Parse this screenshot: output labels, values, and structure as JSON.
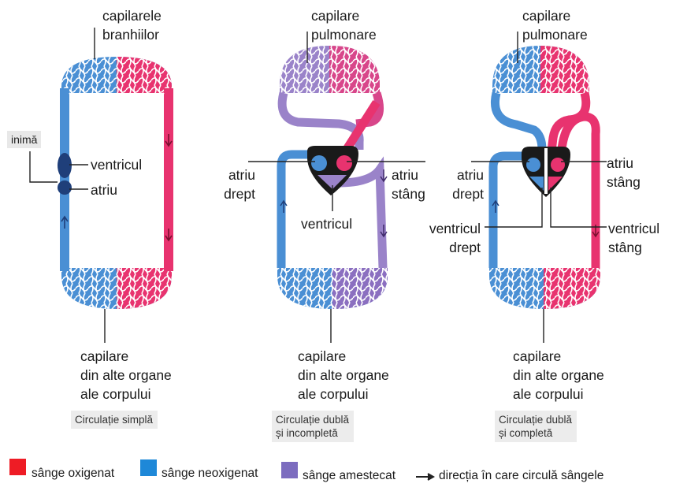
{
  "colors": {
    "oxygenated": "#e8336f",
    "deoxygenated": "#4a8fd4",
    "mixed": "#9a83c9",
    "line": "#222222"
  },
  "diagram1": {
    "top_label": [
      "capilarele",
      "branhiilor"
    ],
    "heart_tag": "inimă",
    "ventricle": "ventricul",
    "atrium": "atriu",
    "bottom_label": [
      "capilare",
      "din alte organe",
      "ale corpului"
    ],
    "caption": "Circulație simplă"
  },
  "diagram2": {
    "top_label": [
      "capilare",
      "pulmonare"
    ],
    "right_atrium": [
      "atriu",
      "drept"
    ],
    "left_atrium": [
      "atriu",
      "stâng"
    ],
    "ventricle": "ventricul",
    "bottom_label": [
      "capilare",
      "din alte organe",
      "ale corpului"
    ],
    "caption": [
      "Circulație dublă",
      "și incompletă"
    ]
  },
  "diagram3": {
    "top_label": [
      "capilare",
      "pulmonare"
    ],
    "right_atrium": [
      "atriu",
      "drept"
    ],
    "left_atrium": [
      "atriu",
      "stâng"
    ],
    "right_ventricle": [
      "ventricul",
      "drept"
    ],
    "left_ventricle": [
      "ventricul",
      "stâng"
    ],
    "bottom_label": [
      "capilare",
      "din alte organe",
      "ale corpului"
    ],
    "caption": [
      "Circulație dublă",
      "și completă"
    ]
  },
  "legend": {
    "oxygenated": "sânge oxigenat",
    "deoxygenated": "sânge neoxigenat",
    "mixed": "sânge amestecat",
    "direction": "direcția în care circulă sângele"
  }
}
